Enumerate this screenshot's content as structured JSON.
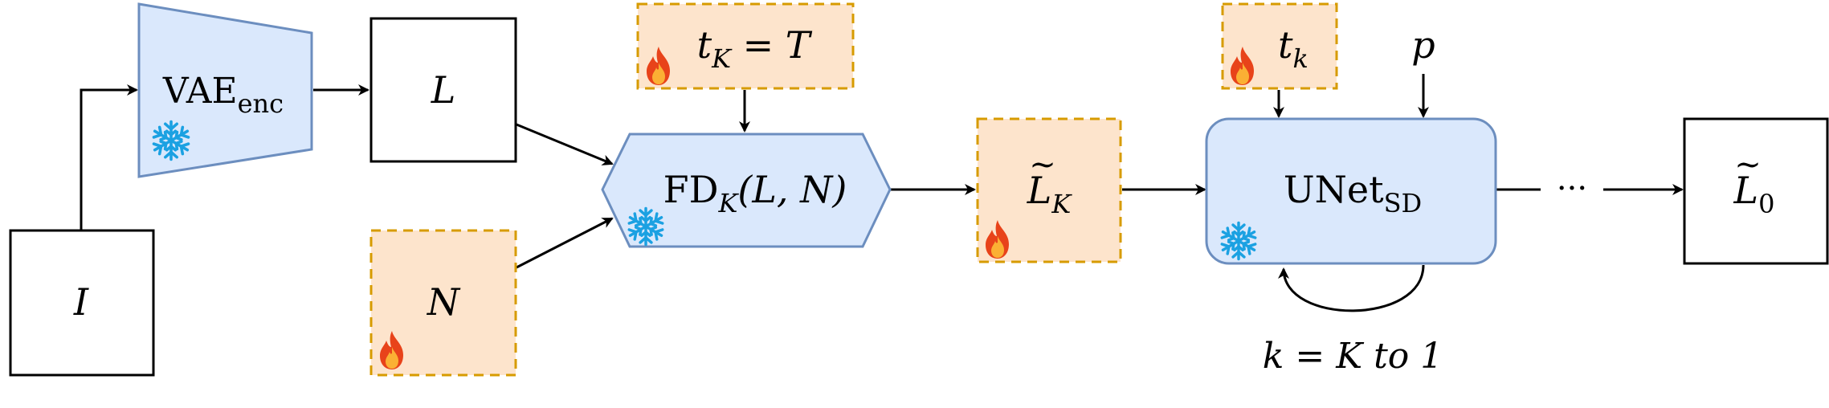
{
  "nodes": {
    "image_input": {
      "label": "I"
    },
    "vae_encoder": {
      "base": "VAE",
      "sub": "enc"
    },
    "latent": {
      "label": "L"
    },
    "noise": {
      "label": "N"
    },
    "forward_diffusion": {
      "base": "FD",
      "sub": "K",
      "args": "(L, N)"
    },
    "timestep_tK": {
      "base": "t",
      "sub": "K",
      "rest": " = T"
    },
    "noisy_latent": {
      "base": "L",
      "sub": "K",
      "accent": "~"
    },
    "timestep_tk": {
      "base": "t",
      "sub": "k"
    },
    "prompt": {
      "label": "p"
    },
    "unet": {
      "base": "UNet",
      "sub": "SD"
    },
    "loop_label": {
      "label": "k = K to 1"
    },
    "ellipsis": {
      "label": "···"
    },
    "output_latent": {
      "base": "L",
      "sub": "0",
      "accent": "~"
    }
  },
  "legend_icons": {
    "frozen": "snowflake-icon",
    "trainable": "fire-icon"
  },
  "colors": {
    "blue_fill": "#dae8fc",
    "blue_stroke": "#6c8ebf",
    "orange_fill": "#fde4cc",
    "orange_stroke": "#d79b00",
    "snowflake": "#1ba1e2",
    "flame_outer": "#e8431a",
    "flame_inner": "#fbb034"
  }
}
